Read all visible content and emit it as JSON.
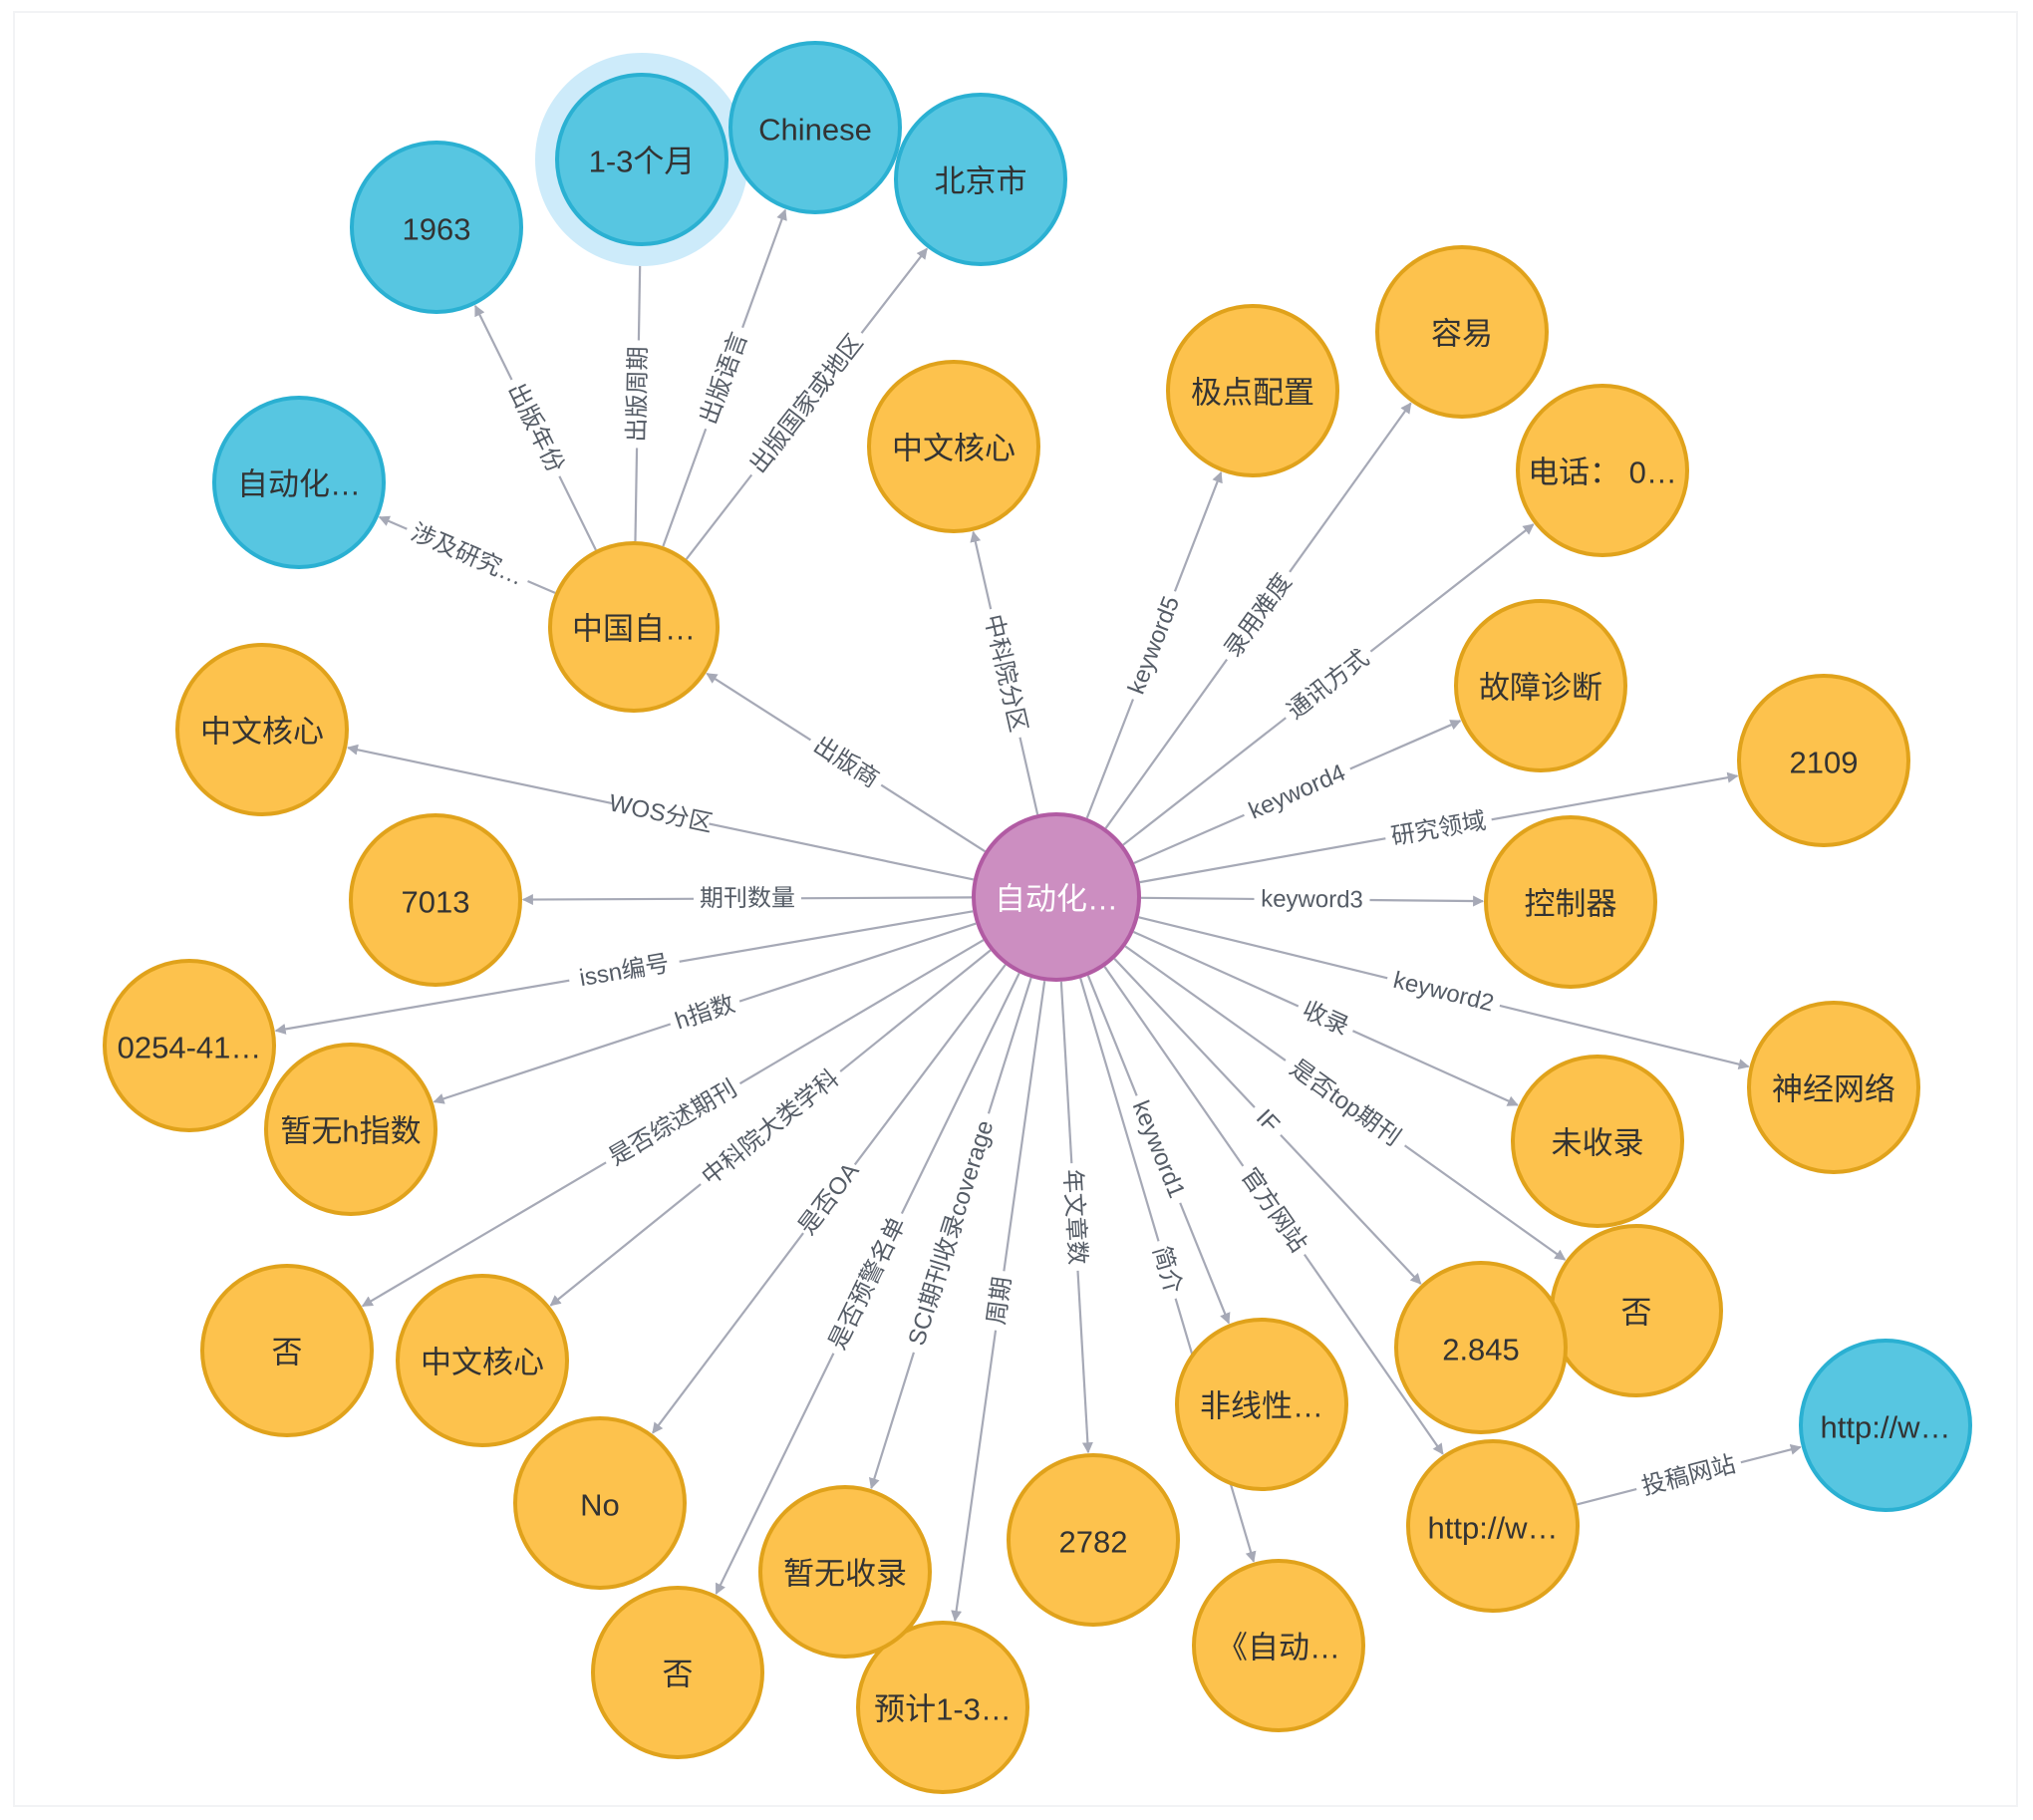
{
  "colors": {
    "center_fill": "#cc8ec1",
    "center_stroke": "#b15ba3",
    "orange_fill": "#fdc24d",
    "orange_stroke": "#e0a21b",
    "blue_fill": "#57c6e1",
    "blue_stroke": "#2ab0d2",
    "halo": "#cdebfa",
    "edge": "#a6a9b6",
    "edge_label": "#555c66",
    "node_text": "#333333",
    "center_text": "#ffffff"
  },
  "nodes": [
    {
      "id": "center",
      "label": "自动化…",
      "kind": "center"
    },
    {
      "id": "publisher",
      "label": "中国自…",
      "kind": "orange"
    },
    {
      "id": "year",
      "label": "1963",
      "kind": "blue"
    },
    {
      "id": "cycle_pub",
      "label": "1-3个月",
      "kind": "blue",
      "selected": true
    },
    {
      "id": "language",
      "label": "Chinese",
      "kind": "blue"
    },
    {
      "id": "region",
      "label": "北京市",
      "kind": "blue"
    },
    {
      "id": "field_pub",
      "label": "自动化…",
      "kind": "blue"
    },
    {
      "id": "cas_zone",
      "label": "中文核心",
      "kind": "orange"
    },
    {
      "id": "kw5",
      "label": "极点配置",
      "kind": "orange"
    },
    {
      "id": "difficulty",
      "label": "容易",
      "kind": "orange"
    },
    {
      "id": "contact",
      "label": "电话： 0…",
      "kind": "orange"
    },
    {
      "id": "kw4",
      "label": "故障诊断",
      "kind": "orange"
    },
    {
      "id": "research_field",
      "label": "2109",
      "kind": "orange"
    },
    {
      "id": "kw3",
      "label": "控制器",
      "kind": "orange"
    },
    {
      "id": "kw2",
      "label": "神经网络",
      "kind": "orange"
    },
    {
      "id": "indexed",
      "label": "未收录",
      "kind": "orange"
    },
    {
      "id": "top",
      "label": "否",
      "kind": "orange"
    },
    {
      "id": "if",
      "label": "2.845",
      "kind": "orange"
    },
    {
      "id": "website",
      "label": "http://w…",
      "kind": "orange"
    },
    {
      "id": "submit_site",
      "label": "http://w…",
      "kind": "blue"
    },
    {
      "id": "kw1",
      "label": "非线性…",
      "kind": "orange"
    },
    {
      "id": "intro",
      "label": "《自动…",
      "kind": "orange"
    },
    {
      "id": "articles",
      "label": "2782",
      "kind": "orange"
    },
    {
      "id": "cycle",
      "label": "预计1-3…",
      "kind": "orange"
    },
    {
      "id": "sci",
      "label": "暂无收录",
      "kind": "orange"
    },
    {
      "id": "warning",
      "label": "否",
      "kind": "orange"
    },
    {
      "id": "oa",
      "label": "No",
      "kind": "orange"
    },
    {
      "id": "cas_major",
      "label": "中文核心",
      "kind": "orange"
    },
    {
      "id": "review",
      "label": "否",
      "kind": "orange"
    },
    {
      "id": "h_index",
      "label": "暂无h指数",
      "kind": "orange"
    },
    {
      "id": "issn",
      "label": "0254-41…",
      "kind": "orange"
    },
    {
      "id": "count",
      "label": "7013",
      "kind": "orange"
    },
    {
      "id": "wos",
      "label": "中文核心",
      "kind": "orange"
    }
  ],
  "edges": [
    {
      "from": "center",
      "to": "publisher",
      "label": "出版商"
    },
    {
      "from": "publisher",
      "to": "year",
      "label": "出版年份"
    },
    {
      "from": "publisher",
      "to": "cycle_pub",
      "label": "出版周期"
    },
    {
      "from": "publisher",
      "to": "language",
      "label": "出版语言"
    },
    {
      "from": "publisher",
      "to": "region",
      "label": "出版国家或地区"
    },
    {
      "from": "publisher",
      "to": "field_pub",
      "label": "涉及研究…"
    },
    {
      "from": "center",
      "to": "cas_zone",
      "label": "中科院分区"
    },
    {
      "from": "center",
      "to": "kw5",
      "label": "keyword5"
    },
    {
      "from": "center",
      "to": "difficulty",
      "label": "录用难度"
    },
    {
      "from": "center",
      "to": "contact",
      "label": "通讯方式"
    },
    {
      "from": "center",
      "to": "kw4",
      "label": "keyword4"
    },
    {
      "from": "center",
      "to": "research_field",
      "label": "研究领域"
    },
    {
      "from": "center",
      "to": "kw3",
      "label": "keyword3"
    },
    {
      "from": "center",
      "to": "kw2",
      "label": "keyword2"
    },
    {
      "from": "center",
      "to": "indexed",
      "label": "收录"
    },
    {
      "from": "center",
      "to": "top",
      "label": "是否top期刊"
    },
    {
      "from": "center",
      "to": "if",
      "label": "IF"
    },
    {
      "from": "center",
      "to": "website",
      "label": "官方网站"
    },
    {
      "from": "website",
      "to": "submit_site",
      "label": "投稿网站"
    },
    {
      "from": "center",
      "to": "kw1",
      "label": "keyword1"
    },
    {
      "from": "center",
      "to": "intro",
      "label": "简介"
    },
    {
      "from": "center",
      "to": "articles",
      "label": "年文章数"
    },
    {
      "from": "center",
      "to": "cycle",
      "label": "周期"
    },
    {
      "from": "center",
      "to": "sci",
      "label": "SCI期刊收录coverage"
    },
    {
      "from": "center",
      "to": "warning",
      "label": "是否预警名单"
    },
    {
      "from": "center",
      "to": "oa",
      "label": "是否OA"
    },
    {
      "from": "center",
      "to": "cas_major",
      "label": "中科院大类学科"
    },
    {
      "from": "center",
      "to": "review",
      "label": "是否综述期刊"
    },
    {
      "from": "center",
      "to": "h_index",
      "label": "h指数"
    },
    {
      "from": "center",
      "to": "issn",
      "label": "issn编号"
    },
    {
      "from": "center",
      "to": "count",
      "label": "期刊数量"
    },
    {
      "from": "center",
      "to": "wos",
      "label": "WOS分区"
    }
  ]
}
